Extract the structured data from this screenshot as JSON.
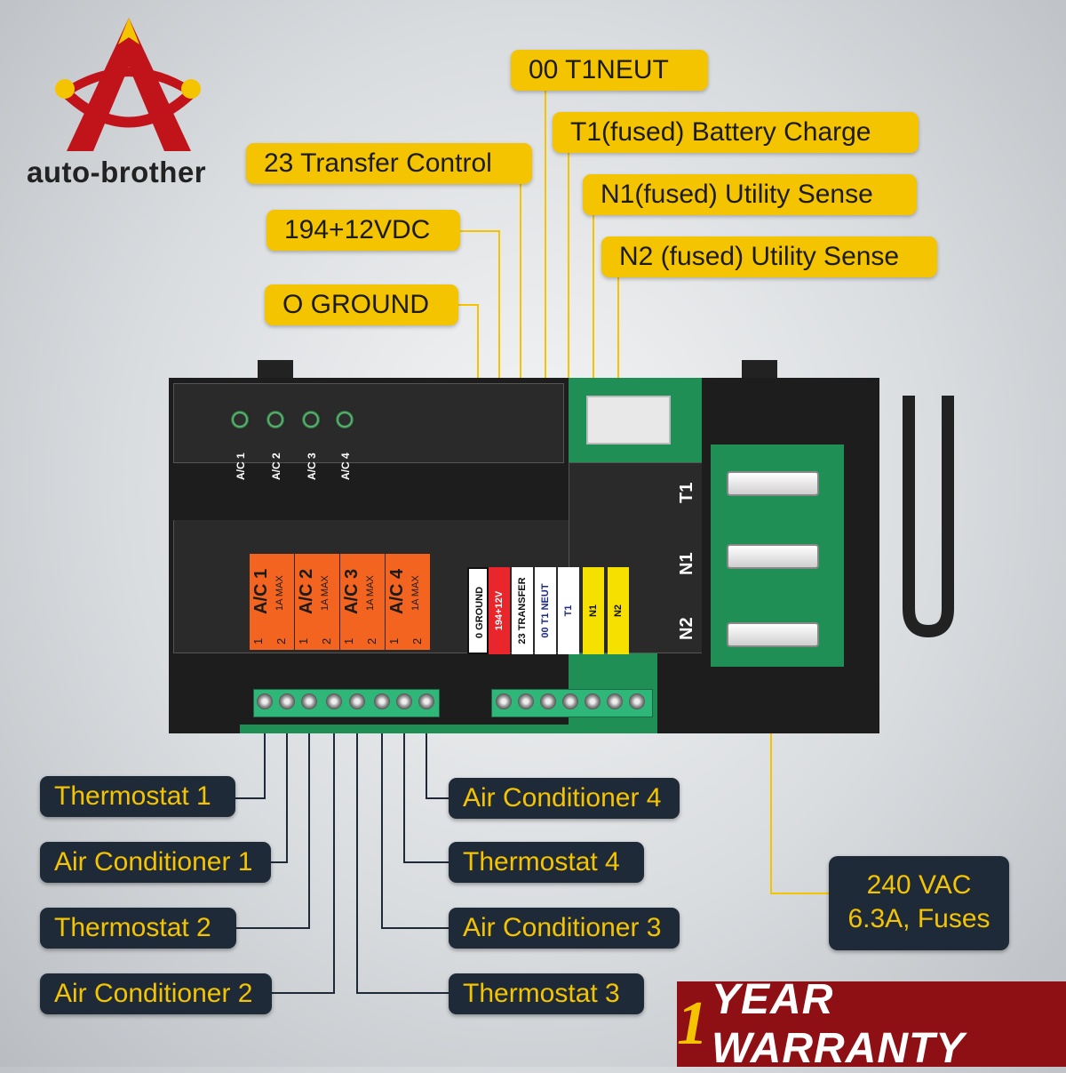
{
  "brand": {
    "name": "auto-brother"
  },
  "top_labels": {
    "t1neut": "00 T1NEUT",
    "battery_charge": "T1(fused) Battery Charge",
    "transfer_control": "23 Transfer Control",
    "utility_n1": "N1(fused) Utility Sense",
    "vdc": "194+12VDC",
    "utility_n2": "N2 (fused) Utility Sense",
    "ground": "O GROUND"
  },
  "board": {
    "led_labels": [
      "A/C 1",
      "A/C 2",
      "A/C 3",
      "A/C 4"
    ],
    "relays": [
      {
        "name": "A/C 1",
        "rating": "1A MAX",
        "pin1": "1",
        "pin2": "2"
      },
      {
        "name": "A/C 2",
        "rating": "1A MAX",
        "pin1": "1",
        "pin2": "2"
      },
      {
        "name": "A/C 3",
        "rating": "1A MAX",
        "pin1": "1",
        "pin2": "2"
      },
      {
        "name": "A/C 4",
        "rating": "1A MAX",
        "pin1": "1",
        "pin2": "2"
      }
    ],
    "wire_strips": [
      {
        "text": "0 GROUND",
        "bg": "#ffffff",
        "fg": "#111111"
      },
      {
        "text": "194+12V",
        "bg": "#e8262b",
        "fg": "#ffffff"
      },
      {
        "text": "23 TRANSFER",
        "bg": "#ffffff",
        "fg": "#111111"
      },
      {
        "text": "00 T1 NEUT",
        "bg": "#ffffff",
        "fg": "#1a2a8a"
      },
      {
        "text": "T1",
        "bg": "#ffffff",
        "fg": "#1a2a8a"
      },
      {
        "text": "N1",
        "bg": "#f5e000",
        "fg": "#111111"
      },
      {
        "text": "N2",
        "bg": "#f5e000",
        "fg": "#111111"
      }
    ],
    "fuse_labels": [
      "T1",
      "N1",
      "N2"
    ]
  },
  "left_labels": [
    "Thermostat 1",
    "Air Conditioner 1",
    "Thermostat 2",
    "Air Conditioner 2"
  ],
  "right_labels": [
    "Air Conditioner 4",
    "Thermostat 4",
    "Air Conditioner 3",
    "Thermostat 3"
  ],
  "fuse_box": {
    "line1": "240 VAC",
    "line2": "6.3A, Fuses"
  },
  "warranty": {
    "number": "1",
    "text": "YEAR WARRANTY"
  },
  "colors": {
    "label_yellow": "#f5c400",
    "label_dark": "#1f2a38",
    "relay_orange": "#f2641f",
    "warranty_red": "#8e0f14"
  }
}
